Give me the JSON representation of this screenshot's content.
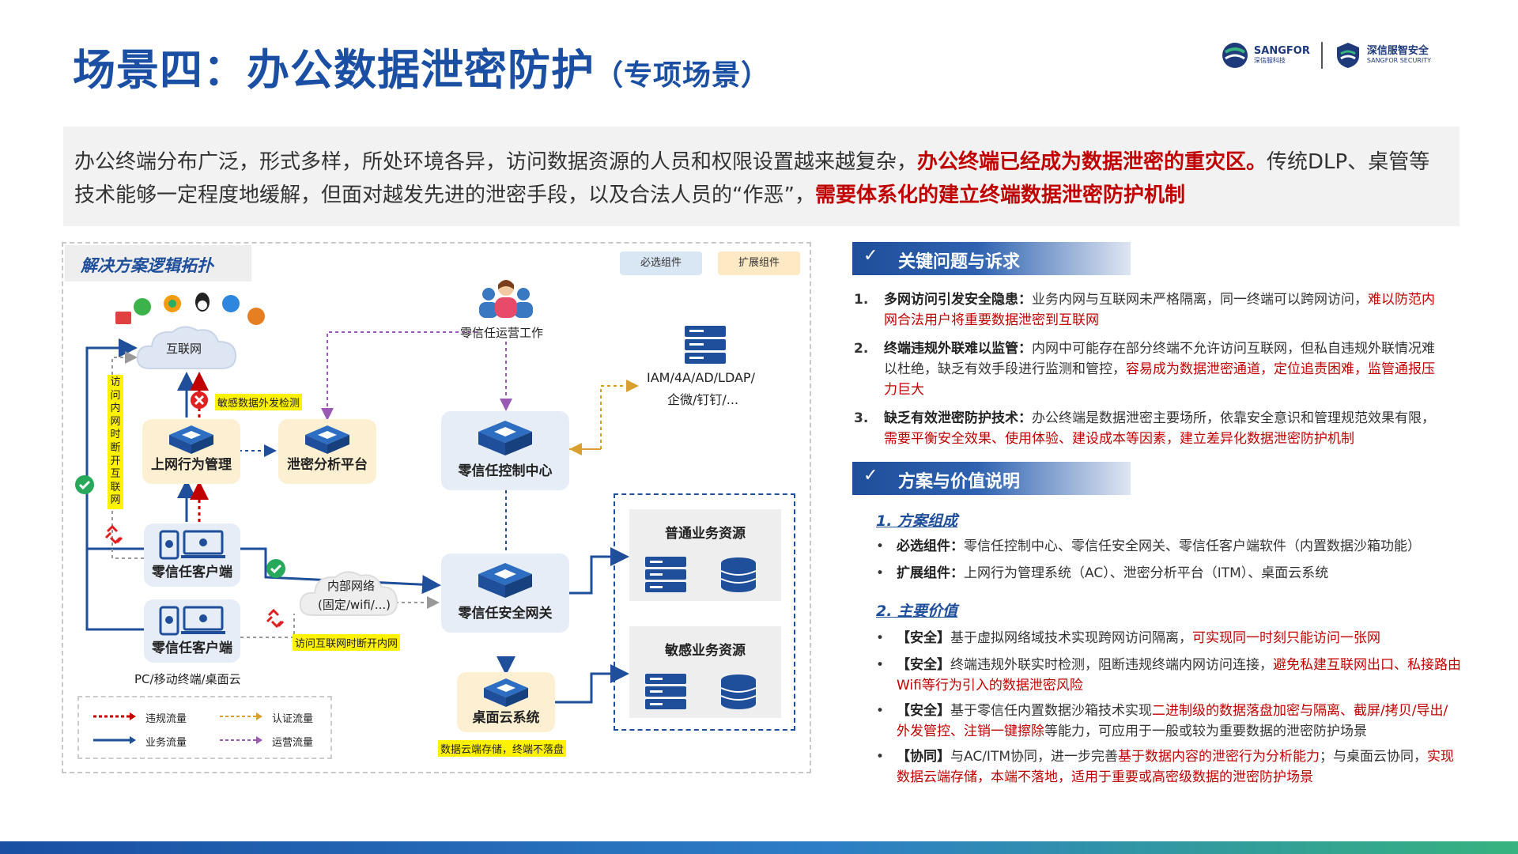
{
  "title": {
    "main": "场景四：办公数据泄密防护",
    "sub": "（专项场景）"
  },
  "logos": {
    "sangfor_a": "SANGFOR",
    "sangfor_b": "深信服科技",
    "security_a": "深信服智安全",
    "security_b": "SANGFOR SECURITY"
  },
  "intro": {
    "p1": "办公终端分布广泛，形式多样，所处环境各异，访问数据资源的人员和权限设置越来越复杂，",
    "p1_em": "办公终端已经成为数据泄密的重灾区。",
    "p2": "传统DLP、桌管等技术能够一定程度地缓解，但面对越发先进的泄密手段，以及合法人员的“作恶”，",
    "p2_em": "需要体系化的建立终端数据泄密防护机制"
  },
  "diagram": {
    "title": "解决方案逻辑拓扑",
    "legend_required": "必选组件",
    "legend_extended": "扩展组件",
    "internet": "互联网",
    "ops": "零信任运营工作",
    "idp": "IAM/4A/AD/LDAP/",
    "idp2": "企微/钉钉/...",
    "sensitive_detect": "敏感数据外发检测",
    "behavior_mgmt": "上网行为管理",
    "leak_analysis": "泄密分析平台",
    "control_center": "零信任控制中心",
    "vertical_note": "访问内网时断开互联网",
    "client1": "零信任客户端",
    "client2": "零信任客户端",
    "internal_net": "内部网络",
    "internal_net2": "(固定/wifi/...)",
    "gateway": "零信任安全网关",
    "normal_res": "普通业务资源",
    "sensitive_res": "敏感业务资源",
    "desktop_cloud": "桌面云系统",
    "disconnect_note": "访问互联网时断开内网",
    "cloud_storage": "数据云端存储，终端不落盘",
    "endpoints": "PC/移动终端/桌面云",
    "legend": {
      "violation": "违规流量",
      "business": "业务流量",
      "auth": "认证流量",
      "operation": "运营流量"
    }
  },
  "right": {
    "sec1": "关键问题与诉求",
    "issues": [
      {
        "num": "1.",
        "head": "多网访问引发安全隐患：",
        "text": "业务内网与互联网未严格隔离，同一终端可以跨网访问，",
        "red": "难以防范内网合法用户将重要数据泄密到互联网",
        "tail": ""
      },
      {
        "num": "2.",
        "head": "终端违规外联难以监管：",
        "text": "内网中可能存在部分终端不允许访问互联网，但私自违规外联情况难以杜绝，缺乏有效手段进行监测和管控，",
        "red": "容易成为数据泄密通道，定位追责困难，监管通报压力巨大",
        "tail": ""
      },
      {
        "num": "3.",
        "head": "缺乏有效泄密防护技术：",
        "text": "办公终端是数据泄密主要场所，依靠安全意识和管理规范效果有限，",
        "red": "需要平衡安全效果、使用体验、建设成本等因素，建立差异化数据泄密防护机制",
        "tail": ""
      }
    ],
    "sec2": "方案与价值说明",
    "sub1": "1. 方案组成",
    "comp": [
      {
        "head": "必选组件：",
        "text": "零信任控制中心、零信任安全网关、零信任客户端软件（内置数据沙箱功能）"
      },
      {
        "head": "扩展组件：",
        "text": "上网行为管理系统（AC）、泄密分析平台（ITM）、桌面云系统"
      }
    ],
    "sub2": "2. 主要价值",
    "values": [
      {
        "head": "【安全】",
        "text": "基于虚拟网络域技术实现跨网访问隔离，",
        "red": "可实现同一时刻只能访问一张网",
        "tail": ""
      },
      {
        "head": "【安全】",
        "text": "终端违规外联实时检测，阻断违规终端内网访问连接，",
        "red": "避免私建互联网出口、私接路由Wifi等行为引入的数据泄密风险",
        "tail": ""
      },
      {
        "head": "【安全】",
        "text": "基于零信任内置数据沙箱技术实现",
        "red": "二进制级的数据落盘加密与隔离、截屏/拷贝/导出/外发管控、注销一键擦除",
        "tail": "等能力，可应用于一般或较为重要数据的泄密防护场景"
      },
      {
        "head": "【协同】",
        "text": "与AC/ITM协同，进一步完善",
        "red": "基于数据内容的泄密行为分析能力",
        "tail": "；与桌面云协同，",
        "red2": "实现数据云端存储，本端不落地，适用于重要或高密级数据的泄密防护场景"
      }
    ]
  },
  "colors": {
    "brand_blue": "#1a4fa3",
    "emphasis_red": "#c00000",
    "highlight_yellow": "#fff200"
  }
}
